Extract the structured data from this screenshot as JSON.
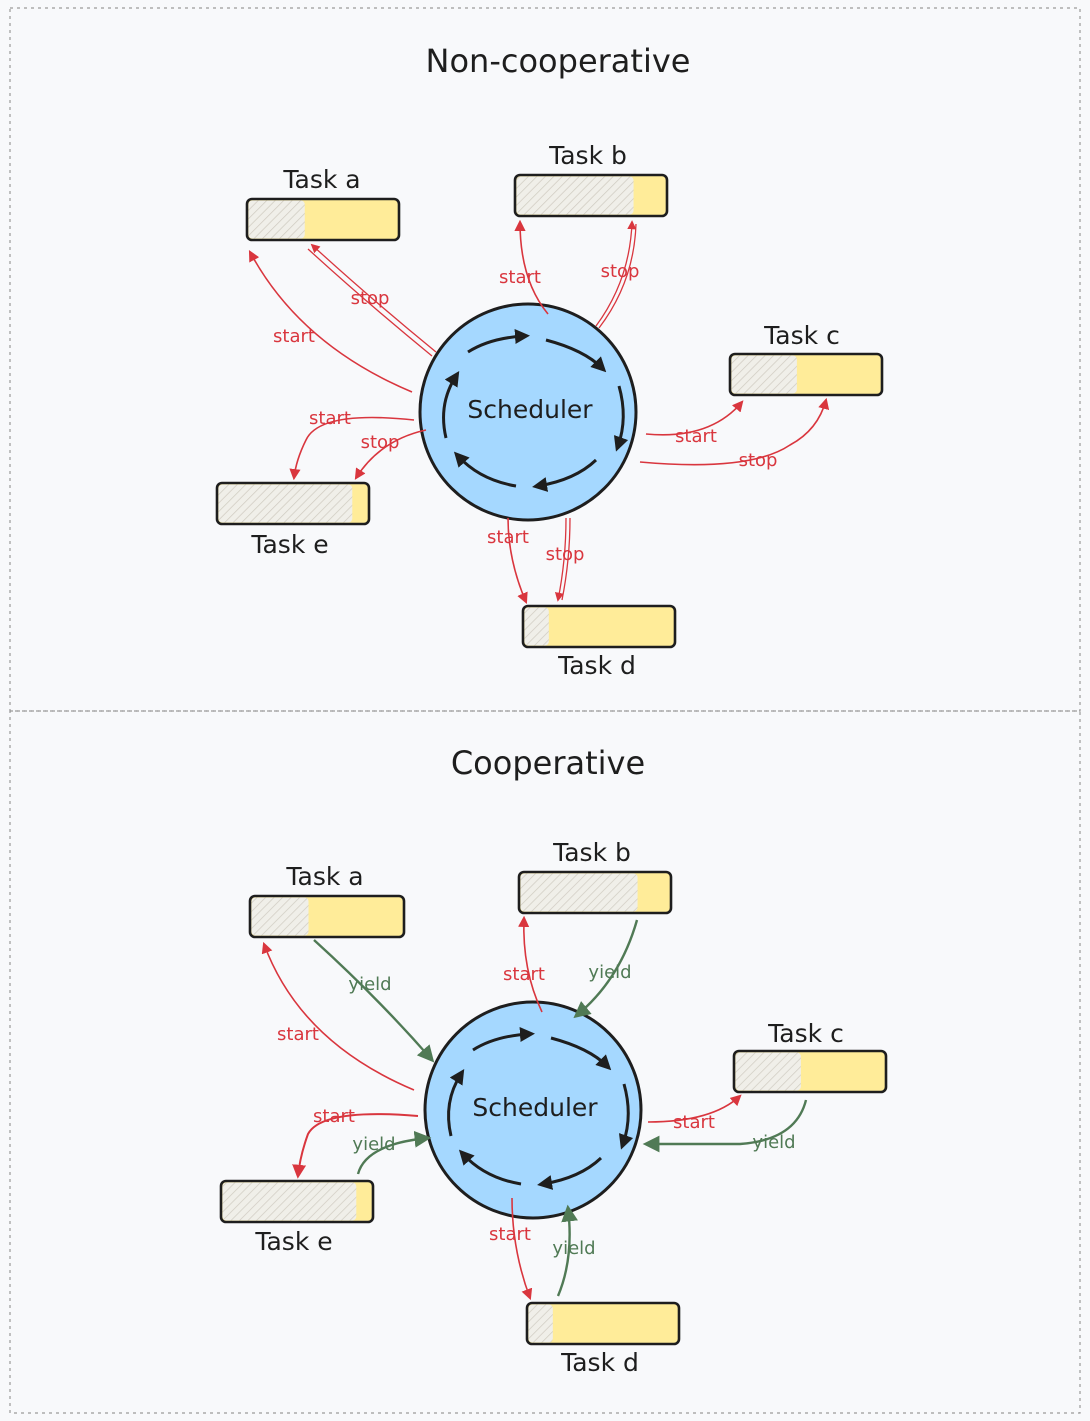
{
  "panels": [
    {
      "title": "Non-cooperative",
      "scheduler_label": "Scheduler",
      "tasks": [
        {
          "label": "Task a",
          "done": 0.38
        },
        {
          "label": "Task b",
          "done": 0.78
        },
        {
          "label": "Task c",
          "done": 0.44
        },
        {
          "label": "Task d",
          "done": 0.17
        },
        {
          "label": "Task e",
          "done": 0.89
        }
      ],
      "edge_labels": {
        "a_start": "start",
        "a_stop": "stop",
        "b_start": "start",
        "b_stop": "stop",
        "c_start": "start",
        "c_stop": "stop",
        "d_start": "start",
        "d_stop": "stop",
        "e_start": "start",
        "e_stop": "stop"
      }
    },
    {
      "title": "Cooperative",
      "scheduler_label": "Scheduler",
      "tasks": [
        {
          "label": "Task a",
          "done": 0.38
        },
        {
          "label": "Task b",
          "done": 0.78
        },
        {
          "label": "Task c",
          "done": 0.44
        },
        {
          "label": "Task d",
          "done": 0.17
        },
        {
          "label": "Task e",
          "done": 0.89
        }
      ],
      "edge_labels": {
        "a_start": "start",
        "a_yield": "yield",
        "b_start": "start",
        "b_yield": "yield",
        "c_start": "start",
        "c_yield": "yield",
        "d_start": "start",
        "d_yield": "yield",
        "e_start": "start",
        "e_yield": "yield"
      }
    }
  ],
  "colors": {
    "background": "#f8f9fb",
    "scheduler_fill": "#a5d8ff",
    "task_fill": "#ffec99",
    "task_done_fill": "#f0efe9",
    "start_stop_color": "#d9363e",
    "yield_color": "#507a55",
    "outline": "#1e1e1e"
  }
}
